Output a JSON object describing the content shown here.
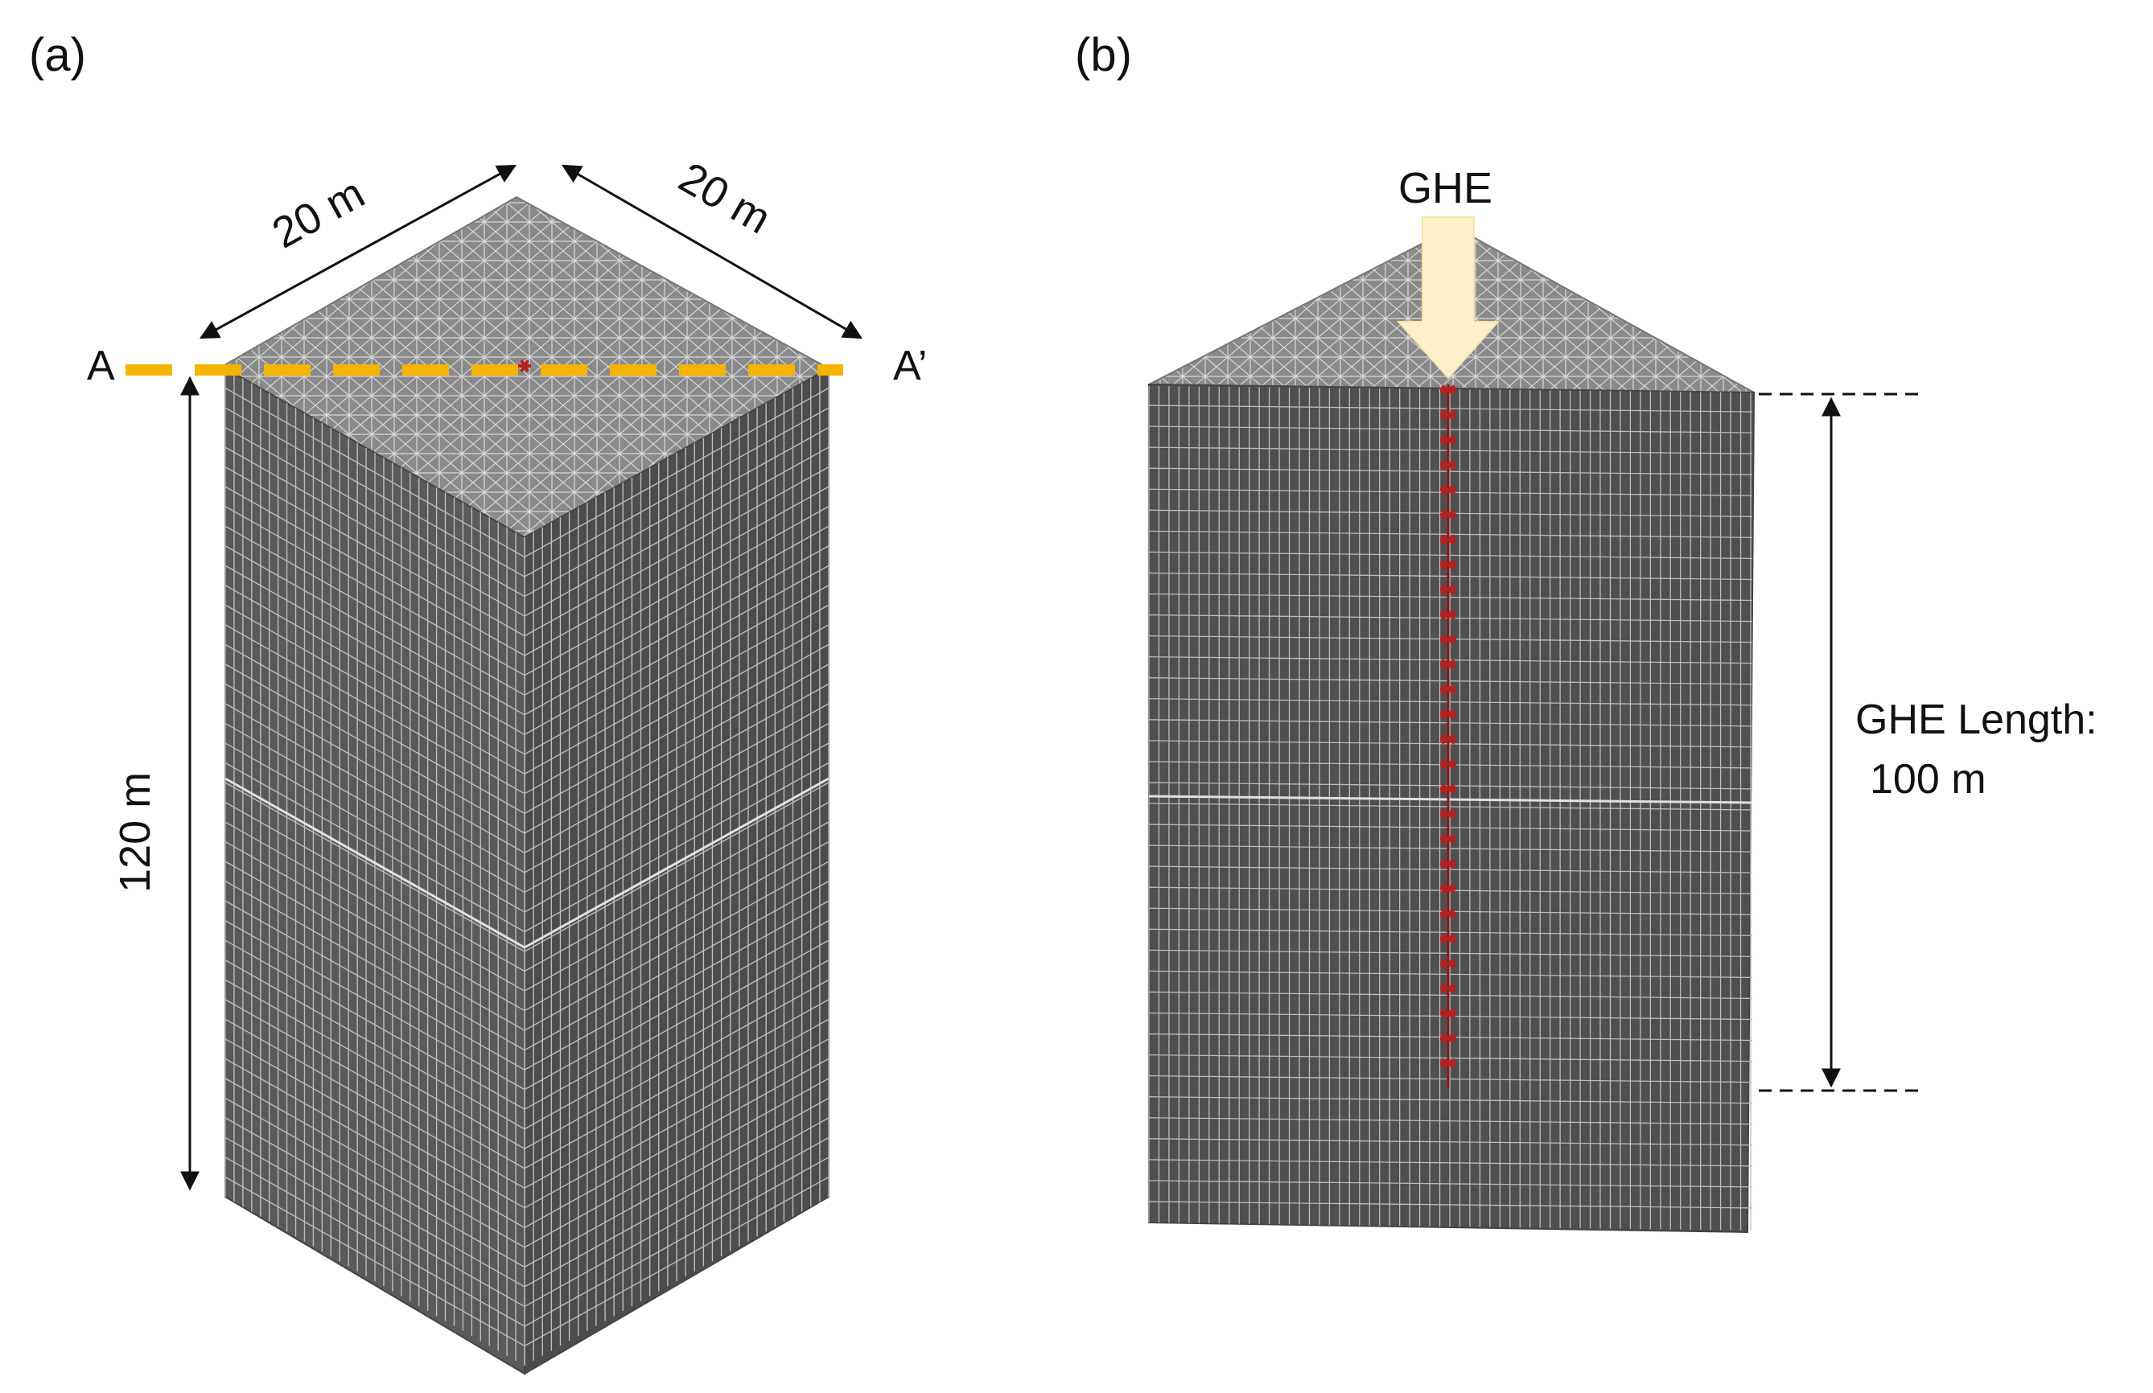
{
  "panel_a": {
    "label": "(a)",
    "width_label_left": "20 m",
    "width_label_right": "20 m",
    "height_label": "120 m",
    "section_start": "A",
    "section_end": "A’"
  },
  "panel_b": {
    "label": "(b)",
    "ghe_label": "GHE",
    "length_label_line1": "GHE Length:",
    "length_label_line2": "100 m"
  },
  "colors": {
    "mesh_face": "#555555",
    "mesh_face_dark": "#4a4a4a",
    "mesh_top": "#8a8a8a",
    "mesh_lines": "#c8c8c8",
    "section_line": "#f5b400",
    "ghe_arrow": "#fdf0c8",
    "ghe_elements": "#b22222"
  }
}
